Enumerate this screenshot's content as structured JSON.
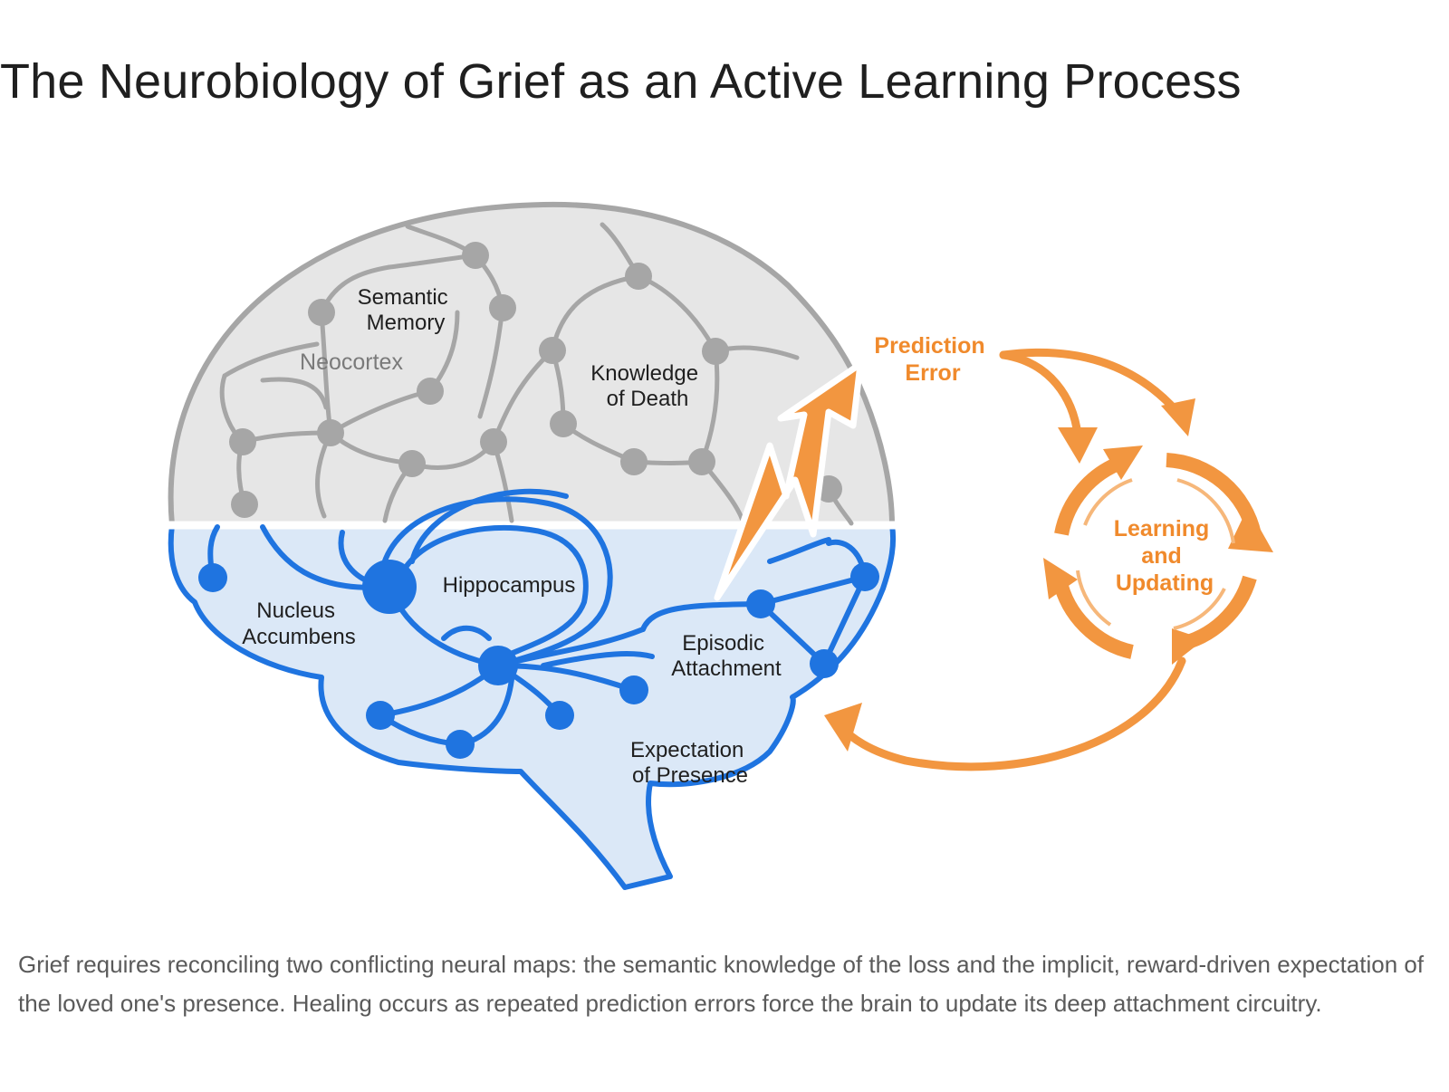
{
  "title": "The Neurobiology of Grief as an Active Learning Process",
  "diagram": {
    "labels": {
      "semantic_memory": [
        "Semantic",
        "Memory"
      ],
      "neocortex": "Neocortex",
      "knowledge_of_death": [
        "Knowledge",
        "of Death"
      ],
      "hippocampus": "Hippocampus",
      "nucleus_accumbens": [
        "Nucleus",
        "Accumbens"
      ],
      "episodic_attachment": [
        "Episodic",
        "Attachment"
      ],
      "expectation_of_presence": [
        "Expectation",
        "of Presence"
      ],
      "prediction_error": [
        "Prediction",
        "Error"
      ],
      "learning_and_updating": [
        "Learning",
        "and",
        "Updating"
      ]
    },
    "colors": {
      "cortex_fill": "#e6e6e6",
      "cortex_stroke": "#a6a6a6",
      "limbic_fill": "#dbe8f7",
      "limbic_stroke": "#1f74e0",
      "accent_orange": "#f29640",
      "orange_text": "#f08a2c"
    },
    "icons": [
      "lightning-bolt-icon",
      "cycle-arrows-icon"
    ]
  },
  "caption": "Grief requires reconciling two conflicting neural maps: the semantic knowledge of the loss and the implicit, reward-driven expectation of the loved one's presence. Healing occurs as repeated prediction errors force the brain to update its deep attachment circuitry."
}
